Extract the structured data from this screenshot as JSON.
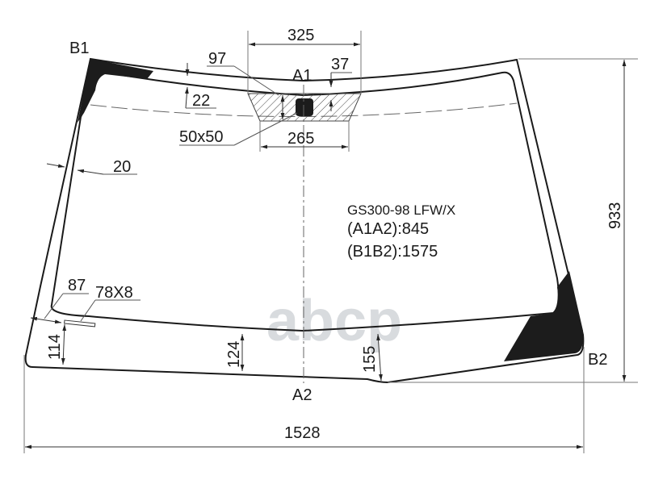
{
  "diagram": {
    "type": "windshield-technical-drawing",
    "part_code": "GS300-98 LFW/X",
    "measurements": {
      "a1a2": "(A1A2):845",
      "b1b2": "(B1B2):1575"
    },
    "points": {
      "a1": "A1",
      "a2": "A2",
      "b1": "B1",
      "b2": "B2"
    },
    "dimensions": {
      "overall_width": "1528",
      "overall_height": "933",
      "sensor_zone_top_width": "325",
      "sensor_zone_bottom_width": "265",
      "sensor_zone_depth": "97",
      "sensor_offset": "37",
      "sensor_size": "50x50",
      "top_border": "22",
      "side_border": "20",
      "bottom_left_offset": "87",
      "vin_window": "78X8",
      "bottom_left_height": "114",
      "bottom_center_height": "124",
      "bottom_right_height": "155"
    },
    "colors": {
      "line": "#1a1a1a",
      "fill_black": "#1c1c1c",
      "dim_line": "#555555",
      "hatch": "#444444"
    },
    "watermark": "abcp"
  }
}
